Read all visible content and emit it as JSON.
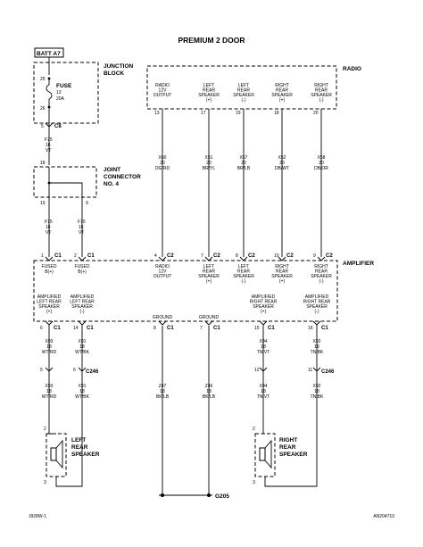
{
  "title": "PREMIUM 2 DOOR",
  "batt": "BATT A7",
  "junction_block": [
    "JUNCTION",
    "BLOCK"
  ],
  "fuse": [
    "FUSE",
    "13",
    "20A"
  ],
  "fuse_pins": [
    "25",
    "26"
  ],
  "c8_pin": "5",
  "c8": "C8",
  "f75_wire": [
    "F75",
    "16",
    "VT"
  ],
  "joint_pin_top": "18",
  "joint_connector": [
    "JOINT",
    "CONNECTOR",
    "NO. 4"
  ],
  "joint_pins_bottom": [
    "19",
    "9"
  ],
  "branch_wires": [
    [
      "F75",
      "16",
      "VT"
    ],
    [
      "F75",
      "16",
      "VT"
    ]
  ],
  "radio": "RADIO",
  "radio_cols": [
    {
      "label": [
        "RADIO",
        "12V",
        "OUTPUT"
      ],
      "pin": "13",
      "wire": [
        "X60",
        "20",
        "DG/RD"
      ],
      "conn_pin": "4"
    },
    {
      "label": [
        "LEFT",
        "REAR",
        "SPEAKER",
        "(+)"
      ],
      "pin": "17",
      "wire": [
        "X51",
        "20",
        "BR/YL"
      ],
      "conn_pin": "7"
    },
    {
      "label": [
        "LEFT",
        "REAR",
        "SPEAKER",
        "(-)"
      ],
      "pin": "19",
      "wire": [
        "X57",
        "20",
        "BR/LB"
      ],
      "conn_pin": "8"
    },
    {
      "label": [
        "RIGHT",
        "REAR",
        "SPEAKER",
        "(+)"
      ],
      "pin": "18",
      "wire": [
        "X52",
        "20",
        "DB/WT"
      ],
      "conn_pin": "10"
    },
    {
      "label": [
        "RIGHT",
        "REAR",
        "SPEAKER",
        "(-)"
      ],
      "pin": "20",
      "wire": [
        "X58",
        "20",
        "DB/OR"
      ],
      "conn_pin": "9"
    }
  ],
  "conn_c1": "C1",
  "conn_c2": "C2",
  "amplifier": "AMPLIFIER",
  "amp_fused": [
    {
      "pin": "1",
      "label": [
        "FUSED",
        "B(+)"
      ]
    },
    {
      "pin": "2",
      "label": [
        "FUSED",
        "B(+)"
      ]
    }
  ],
  "amp_inputs": [
    [
      "RADIO",
      "12V",
      "OUTPUT"
    ],
    [
      "LEFT",
      "REAR",
      "SPEAKER",
      "(+)"
    ],
    [
      "LEFT",
      "REAR",
      "SPEAKER",
      "(-)"
    ],
    [
      "RIGHT",
      "REAR",
      "SPEAKER",
      "(+)"
    ],
    [
      "RIGHT",
      "REAR",
      "SPEAKER",
      "(-)"
    ]
  ],
  "amp_outputs": [
    {
      "label": [
        "AMPLIFIED",
        "LEFT REAR",
        "SPEAKER",
        "(+)"
      ],
      "pin": "6",
      "wire1": [
        "X93",
        "18",
        "WT/RD"
      ],
      "c246_pin": "5",
      "wire2": [
        "X93",
        "18",
        "WT/RD"
      ]
    },
    {
      "label": [
        "AMPLIFIED",
        "LEFT REAR",
        "SPEAKER",
        "(-)"
      ],
      "pin": "14",
      "wire1": [
        "X91",
        "18",
        "WT/BK"
      ],
      "c246_pin": "6",
      "wire2": [
        "X91",
        "18",
        "WT/BK"
      ]
    },
    {
      "label": [
        "GROUND"
      ],
      "pin": "8",
      "wire": [
        "Z47",
        "18",
        "BK/LB"
      ]
    },
    {
      "label": [
        "GROUND"
      ],
      "pin": "7",
      "wire": [
        "Z46",
        "18",
        "BK/LB"
      ]
    },
    {
      "label": [
        "AMPLIFIED",
        "RIGHT REAR",
        "SPEAKER",
        "(+)"
      ],
      "pin": "15",
      "wire1": [
        "X94",
        "18",
        "TN/VT"
      ],
      "c246_pin": "12",
      "wire2": [
        "X94",
        "18",
        "TN/VT"
      ]
    },
    {
      "label": [
        "AMPLIFIED",
        "RIGHT REAR",
        "SPEAKER",
        "(-)"
      ],
      "pin": "16",
      "wire1": [
        "X92",
        "18",
        "TN/BK"
      ],
      "c246_pin": "11",
      "wire2": [
        "X92",
        "18",
        "TN/BK"
      ]
    }
  ],
  "c246": "C246",
  "left_speaker": [
    "LEFT",
    "REAR",
    "SPEAKER"
  ],
  "right_speaker": [
    "RIGHT",
    "REAR",
    "SPEAKER"
  ],
  "speaker_pins": [
    "2",
    "3"
  ],
  "ground": "G205",
  "footer_left": "J928W-1",
  "footer_right": "AN204710"
}
